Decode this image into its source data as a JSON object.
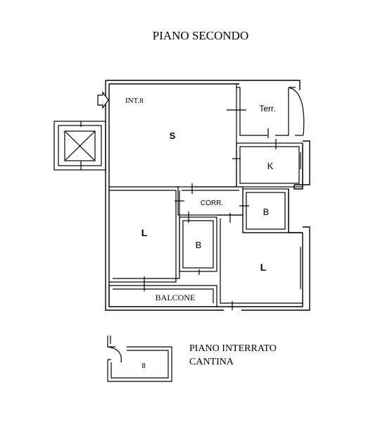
{
  "title": "PIANO SECONDO",
  "unit_label": "INT.8",
  "rooms": {
    "soggiorno": "S",
    "terrazzo": "Terr.",
    "cucina": "K",
    "corridoio": "CORR.",
    "bagno_1": "B",
    "bagno_2": "B",
    "letto_1": "L",
    "letto_2": "L",
    "balcone": "BALCONE"
  },
  "cellar": {
    "title_line1": "PIANO INTERRATO",
    "title_line2": "CANTINA",
    "number": "8"
  },
  "colors": {
    "wall": "#000000",
    "background": "#ffffff"
  }
}
